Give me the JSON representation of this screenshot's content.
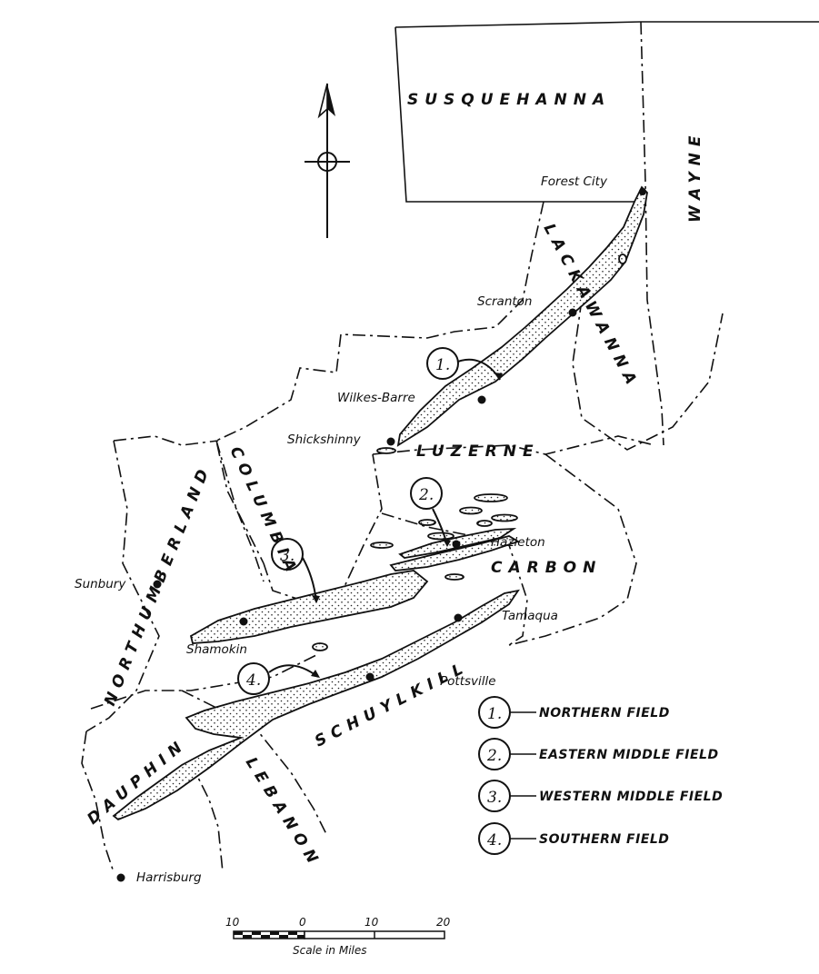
{
  "counties": {
    "susquehanna": "SUSQUEHANNA",
    "wayne": "WAYNE",
    "lackawanna": "LACKAWANNA",
    "luzerne": "LUZERNE",
    "columbia": "COLUMBIA",
    "carbon": "CARBON",
    "northumberland": "NORTHUMBERLAND",
    "schuylkill": "SCHUYLKILL",
    "dauphin": "DAUPHIN",
    "lebanon": "LEBANON"
  },
  "towns": {
    "forest_city": "Forest City",
    "scranton": "Scranton",
    "wilkes_barre": "Wilkes-Barre",
    "shickshinny": "Shickshinny",
    "hazleton": "Hazleton",
    "sunbury": "Sunbury",
    "shamokin": "Shamokin",
    "tamaqua": "Tamaqua",
    "pottsville": "Pottsville",
    "harrisburg": "Harrisburg"
  },
  "field_markers": [
    "1.",
    "2.",
    "3.",
    "4."
  ],
  "legend": [
    {
      "number": "1.",
      "label": "NORTHERN FIELD"
    },
    {
      "number": "2.",
      "label": "EASTERN MIDDLE FIELD"
    },
    {
      "number": "3.",
      "label": "WESTERN MIDDLE FIELD"
    },
    {
      "number": "4.",
      "label": "SOUTHERN FIELD"
    }
  ],
  "scale": {
    "ticks": [
      "10",
      "0",
      "10",
      "20"
    ],
    "caption": "Scale in Miles"
  },
  "colors": {
    "ink": "#111111",
    "paper": "#ffffff"
  }
}
